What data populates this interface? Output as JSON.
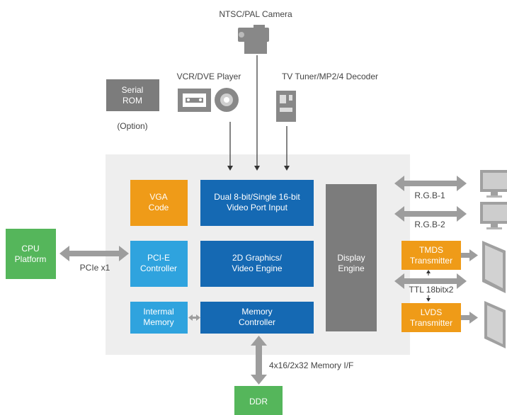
{
  "colors": {
    "chip_bg": "#eeeeee",
    "blue_dark": "#1569b3",
    "blue_light": "#2fa3de",
    "orange": "#ef9b18",
    "green": "#55b65b",
    "gray_block": "#7c7c7c",
    "arrow_gray": "#9d9d9d",
    "label_text": "#444444"
  },
  "sources": {
    "camera": "NTSC/PAL Camera",
    "vcr": "VCR/DVE Player",
    "tuner": "TV Tuner/MP2/4 Decoder"
  },
  "serial_rom": {
    "line1": "Serial",
    "line2": "ROM",
    "option": "(Option)"
  },
  "blocks": {
    "vga": {
      "line1": "VGA",
      "line2": "Code"
    },
    "video_port": {
      "line1": "Dual 8-bit/Single 16-bit",
      "line2": "Video Port Input"
    },
    "pcie_ctrl": {
      "line1": "PCI-E",
      "line2": "Controller"
    },
    "graphics": {
      "line1": "2D Graphics/",
      "line2": "Video Engine"
    },
    "internal_memory": {
      "line1": "Intermal",
      "line2": "Memory"
    },
    "memory_ctrl": {
      "line1": "Memory",
      "line2": "Controller"
    },
    "display_engine": {
      "line1": "Display",
      "line2": "Engine"
    }
  },
  "cpu": {
    "line1": "CPU",
    "line2": "Platform",
    "link": "PCIe x1"
  },
  "ddr": {
    "label": "DDR",
    "link": "4x16/2x32 Memory I/F"
  },
  "outputs": {
    "rgb1": "R.G.B-1",
    "rgb2": "R.G.B-2",
    "tmds": {
      "line1": "TMDS",
      "line2": "Transmitter"
    },
    "ttl": "TTL 18bitx2",
    "lvds": {
      "line1": "LVDS",
      "line2": "Transmitter"
    }
  },
  "icons": [
    "camera-icon",
    "cassette-icon",
    "disc-icon",
    "tuner-icon",
    "monitor-icon",
    "flat-panel-icon"
  ]
}
